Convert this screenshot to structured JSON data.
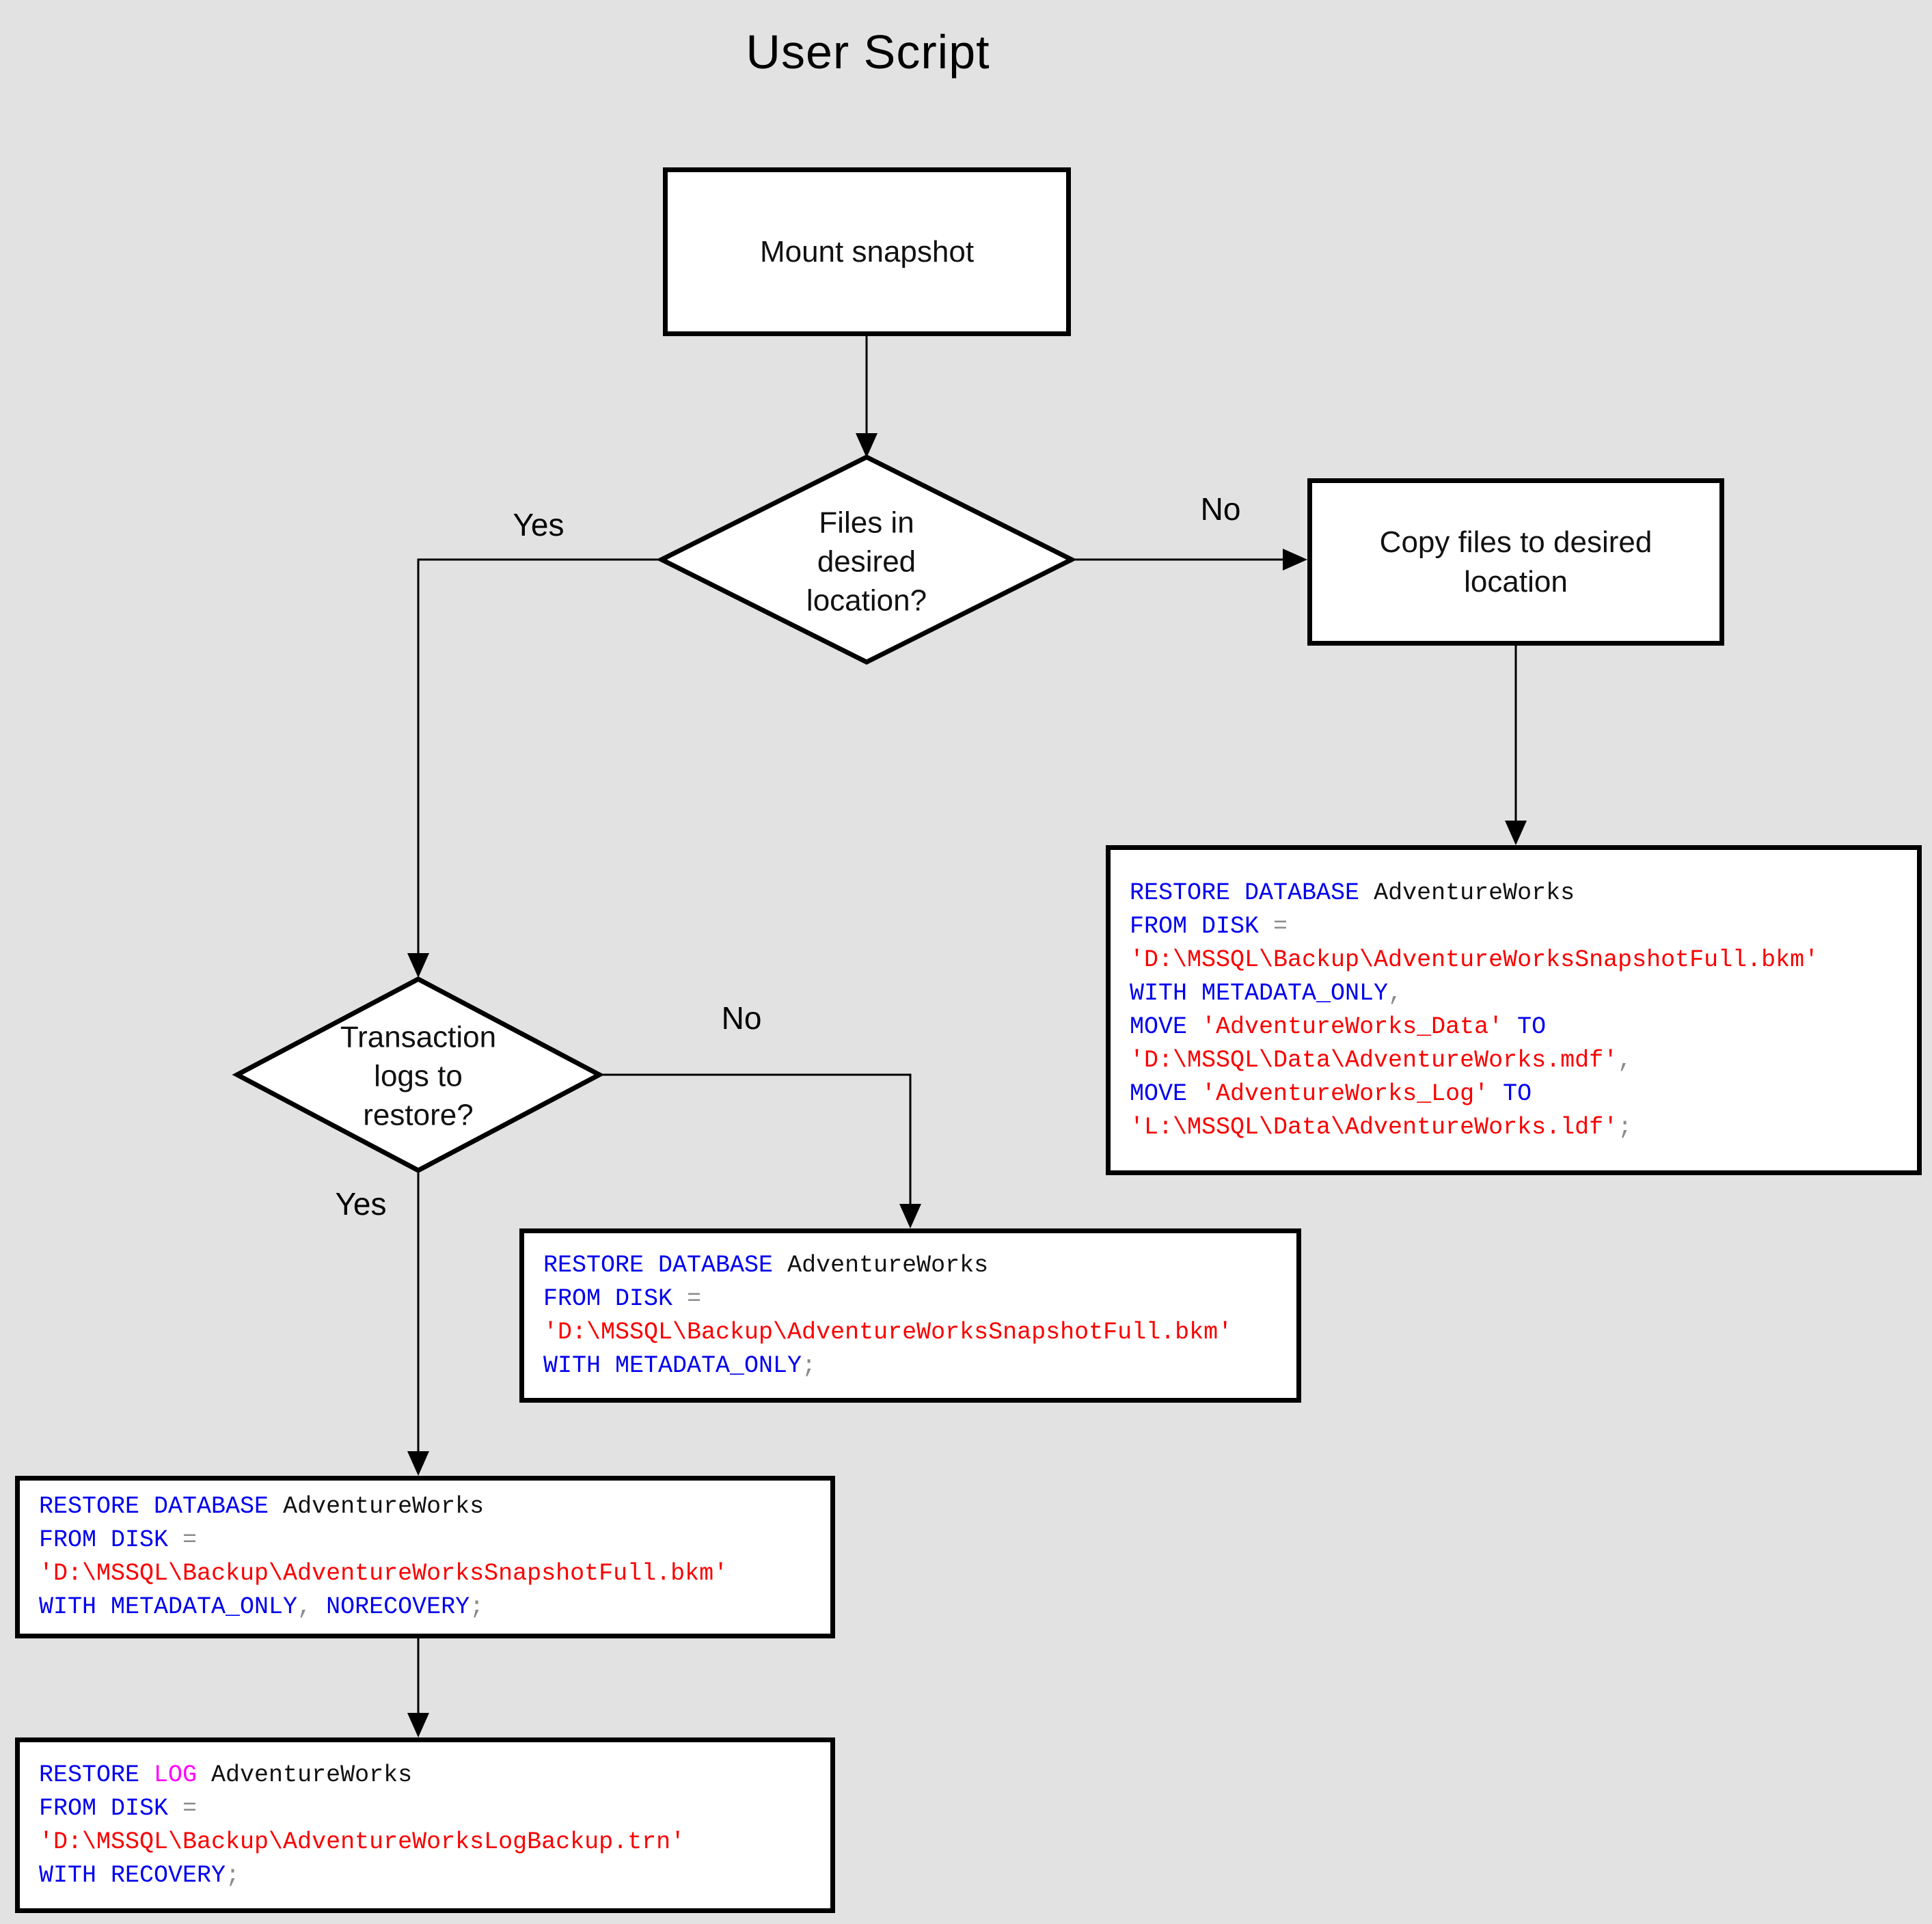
{
  "title": "User Script",
  "colors": {
    "background": "#e2e2e2",
    "node_fill": "#ffffff",
    "border": "#000000",
    "keyword_blue": "#0000ee",
    "string_red": "#f80000",
    "log_magenta": "#ff00ff",
    "operator_gray": "#8a8a8a",
    "text_black": "#111111"
  },
  "nodes": {
    "mount": {
      "label": "Mount snapshot"
    },
    "files_decision": {
      "label": "Files in\ndesired\nlocation?"
    },
    "copy": {
      "label": "Copy files to desired\nlocation"
    },
    "logs_decision": {
      "label": "Transaction\nlogs to\nrestore?"
    }
  },
  "edge_labels": {
    "files_yes": "Yes",
    "files_no": "No",
    "logs_yes": "Yes",
    "logs_no": "No"
  },
  "code_boxes": {
    "restore_copy_location": {
      "lines": [
        [
          {
            "t": "RESTORE DATABASE ",
            "c": "kw"
          },
          {
            "t": "AdventureWorks",
            "c": "id"
          }
        ],
        [
          {
            "t": "FROM DISK ",
            "c": "kw"
          },
          {
            "t": "=",
            "c": "op"
          }
        ],
        [
          {
            "t": "'D:\\MSSQL\\Backup\\AdventureWorksSnapshotFull.bkm'",
            "c": "str"
          }
        ],
        [
          {
            "t": "WITH METADATA_ONLY",
            "c": "kw"
          },
          {
            "t": ",",
            "c": "op"
          }
        ],
        [
          {
            "t": "MOVE ",
            "c": "kw"
          },
          {
            "t": "'AdventureWorks_Data'",
            "c": "str"
          },
          {
            "t": " TO",
            "c": "kw"
          }
        ],
        [
          {
            "t": "'D:\\MSSQL\\Data\\AdventureWorks.mdf'",
            "c": "str"
          },
          {
            "t": ",",
            "c": "op"
          }
        ],
        [
          {
            "t": "MOVE ",
            "c": "kw"
          },
          {
            "t": "'AdventureWorks_Log'",
            "c": "str"
          },
          {
            "t": " TO",
            "c": "kw"
          }
        ],
        [
          {
            "t": "'L:\\MSSQL\\Data\\AdventureWorks.ldf'",
            "c": "str"
          },
          {
            "t": ";",
            "c": "op"
          }
        ]
      ]
    },
    "restore_metadata_only": {
      "lines": [
        [
          {
            "t": "RESTORE DATABASE ",
            "c": "kw"
          },
          {
            "t": "AdventureWorks",
            "c": "id"
          }
        ],
        [
          {
            "t": "FROM DISK ",
            "c": "kw"
          },
          {
            "t": "=",
            "c": "op"
          }
        ],
        [
          {
            "t": "'D:\\MSSQL\\Backup\\AdventureWorksSnapshotFull.bkm'",
            "c": "str"
          }
        ],
        [
          {
            "t": "WITH METADATA_ONLY",
            "c": "kw"
          },
          {
            "t": ";",
            "c": "op"
          }
        ]
      ]
    },
    "restore_norecovery": {
      "lines": [
        [
          {
            "t": "RESTORE DATABASE ",
            "c": "kw"
          },
          {
            "t": "AdventureWorks",
            "c": "id"
          }
        ],
        [
          {
            "t": "FROM DISK ",
            "c": "kw"
          },
          {
            "t": "=",
            "c": "op"
          }
        ],
        [
          {
            "t": "'D:\\MSSQL\\Backup\\AdventureWorksSnapshotFull.bkm'",
            "c": "str"
          }
        ],
        [
          {
            "t": "WITH METADATA_ONLY",
            "c": "kw"
          },
          {
            "t": ", ",
            "c": "op"
          },
          {
            "t": "NORECOVERY",
            "c": "kw"
          },
          {
            "t": ";",
            "c": "op"
          }
        ]
      ]
    },
    "restore_log": {
      "lines": [
        [
          {
            "t": "RESTORE ",
            "c": "kw"
          },
          {
            "t": "LOG ",
            "c": "log"
          },
          {
            "t": "AdventureWorks",
            "c": "id"
          }
        ],
        [
          {
            "t": "FROM DISK ",
            "c": "kw"
          },
          {
            "t": "=",
            "c": "op"
          }
        ],
        [
          {
            "t": "'D:\\MSSQL\\Backup\\AdventureWorksLogBackup.trn'",
            "c": "str"
          }
        ],
        [
          {
            "t": "WITH RECOVERY",
            "c": "kw"
          },
          {
            "t": ";",
            "c": "op"
          }
        ]
      ]
    }
  }
}
